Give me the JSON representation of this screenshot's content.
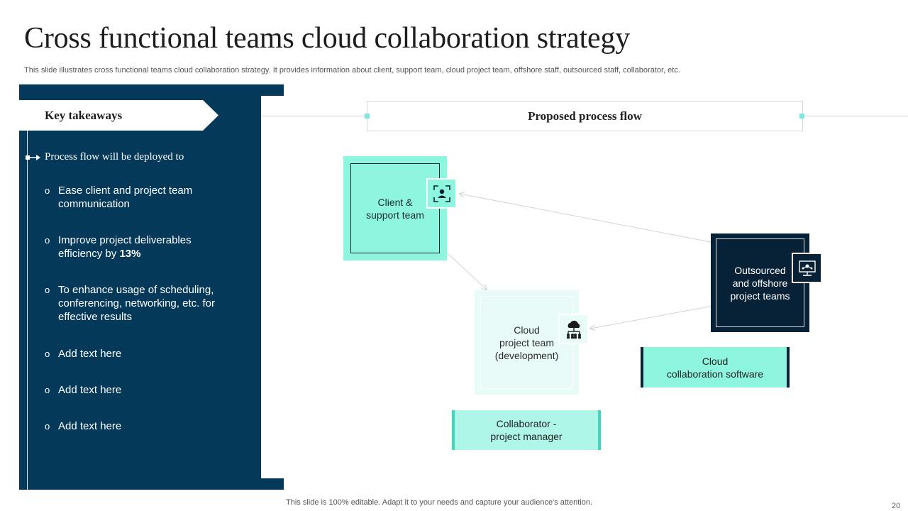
{
  "title": "Cross functional teams cloud collaboration strategy",
  "subtitle": "This slide illustrates cross functional teams cloud collaboration strategy. It provides information about client, support team, cloud project team, offshore staff, outsourced staff, collaborator, etc.",
  "takeaways": {
    "heading": "Key takeaways",
    "intro": "Process flow will be deployed to",
    "points": [
      {
        "text": "Ease client and project team communication",
        "highlight": ""
      },
      {
        "text": "Improve project deliverables efficiency by ",
        "highlight": "13%"
      },
      {
        "text": "To enhance usage of scheduling, conferencing, networking, etc. for effective results",
        "highlight": ""
      },
      {
        "text": "Add text here",
        "highlight": ""
      },
      {
        "text": "Add text here",
        "highlight": ""
      },
      {
        "text": "Add text here",
        "highlight": ""
      }
    ]
  },
  "flow": {
    "heading": "Proposed process flow",
    "client_node": "Client &\nsupport team",
    "cloud_team_node": "Cloud\nproject team\n(development)",
    "outsourced_node": "Outsourced\nand offshore\nproject teams",
    "cloud_software_label": "Cloud\ncollaboration software",
    "collaborator_label": "Collaborator -\nproject manager"
  },
  "icons": {
    "client": "user-focus-icon",
    "cloud_team": "cloud-network-icon",
    "outsourced": "monitor-network-icon"
  },
  "colors": {
    "navy": "#053959",
    "dark_navy": "#072236",
    "teal": "#8ef5de",
    "light_teal": "#e9fbf8",
    "mint": "#aef6e8",
    "accent": "#3cd7bf"
  },
  "footer": "This slide is 100% editable. Adapt it to your needs and capture your audience's attention.",
  "page_number": "20"
}
